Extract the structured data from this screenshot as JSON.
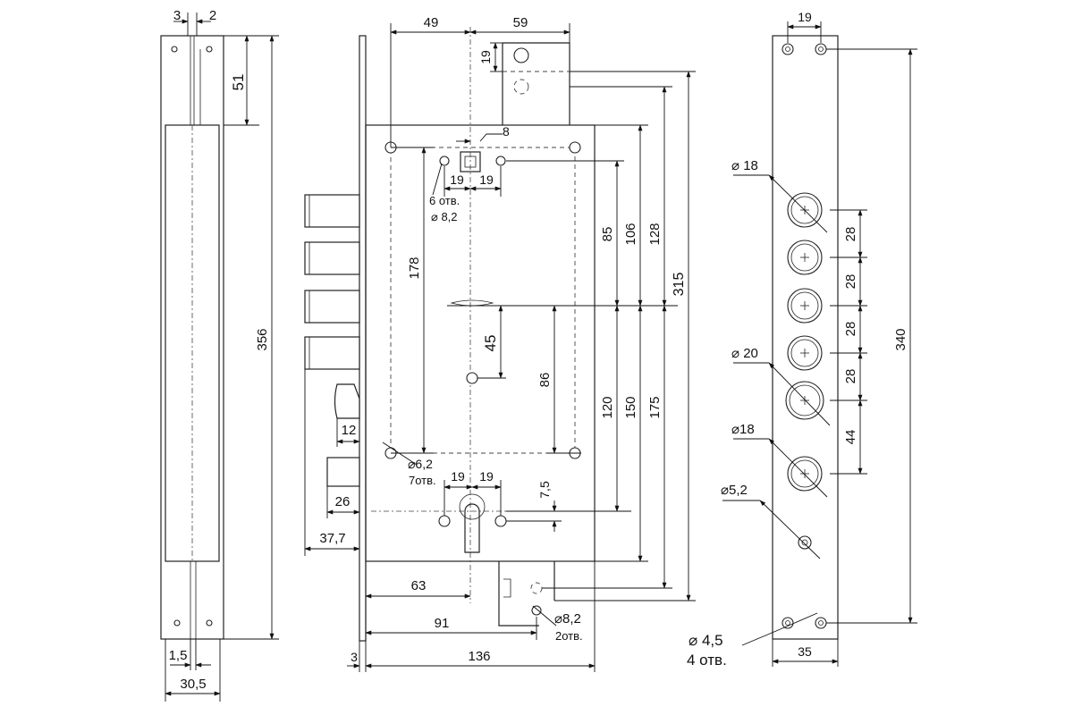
{
  "colors": {
    "line": "#222222",
    "background": "#ffffff"
  },
  "side_view": {
    "dims": {
      "top_a": "3",
      "top_b": "2",
      "upper": "51",
      "height": "356",
      "bottom_a": "1,5",
      "width": "30,5"
    }
  },
  "front_view": {
    "dims": {
      "d49": "49",
      "d59": "59",
      "d19_top": "19",
      "d8": "8",
      "d19_left": "19",
      "d19_right": "19",
      "holes6": "6 отв.",
      "dia82": "⌀ 8,2",
      "d178": "178",
      "d45": "45",
      "d86": "86",
      "d85": "85",
      "d106": "106",
      "d128": "128",
      "d315": "315",
      "d120": "120",
      "d150": "150",
      "d175": "175",
      "d12": "12",
      "dia62": "⌀6,2",
      "holes7": "7отв.",
      "d19_cyl_l": "19",
      "d19_cyl_r": "19",
      "d75": "7,5",
      "d26": "26",
      "d377": "37,7",
      "d63": "63",
      "d91": "91",
      "dia82b": "⌀8,2",
      "holes2": "2отв.",
      "d3": "3",
      "d136": "136"
    }
  },
  "strike_plate": {
    "dims": {
      "d19": "19",
      "dia18a": "⌀ 18",
      "dia20": "⌀ 20",
      "dia18b": "⌀18",
      "dia52": "⌀5,2",
      "p28a": "28",
      "p28b": "28",
      "p28c": "28",
      "p28d": "28",
      "p44": "44",
      "d340": "340",
      "dia45": "⌀ 4,5",
      "holes4": "4 отв.",
      "d35": "35"
    }
  }
}
